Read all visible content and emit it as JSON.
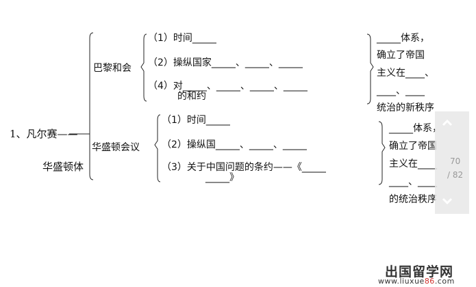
{
  "doc": {
    "root_label": "1、凡尔赛——",
    "root_label2": "华盛顿体",
    "paris": {
      "title": "巴黎和会",
      "item1": "（1）时间_____",
      "item2": "（2）操纵国家_____、_____、_____",
      "item4": "（4）对_____、_____、_____、_____",
      "item4_sub": "的和约",
      "result": [
        "_____体系，",
        "确立了帝国",
        "主义在____、",
        "____、____",
        "统治的新秩序"
      ]
    },
    "washington": {
      "title": "华盛顿会议",
      "item1": "（1）时间_____",
      "item2": "（2）操纵国_____、_____、_____",
      "item3": "（3）关于中国问题的条约——《_____",
      "item3_sub": "_____》",
      "result": [
        "_____体系，",
        "确立了帝国",
        "主义在____",
        "____、____",
        "的统治秩序"
      ]
    }
  },
  "pager": {
    "current": "70",
    "total": "/ 82",
    "up_icon": "chevron-up-icon",
    "down_icon": "chevron-down-icon"
  },
  "watermark": {
    "name": "出国留学网",
    "url_pre": "www.liuxue",
    "url_hl": "86",
    "url_post": ".com"
  }
}
